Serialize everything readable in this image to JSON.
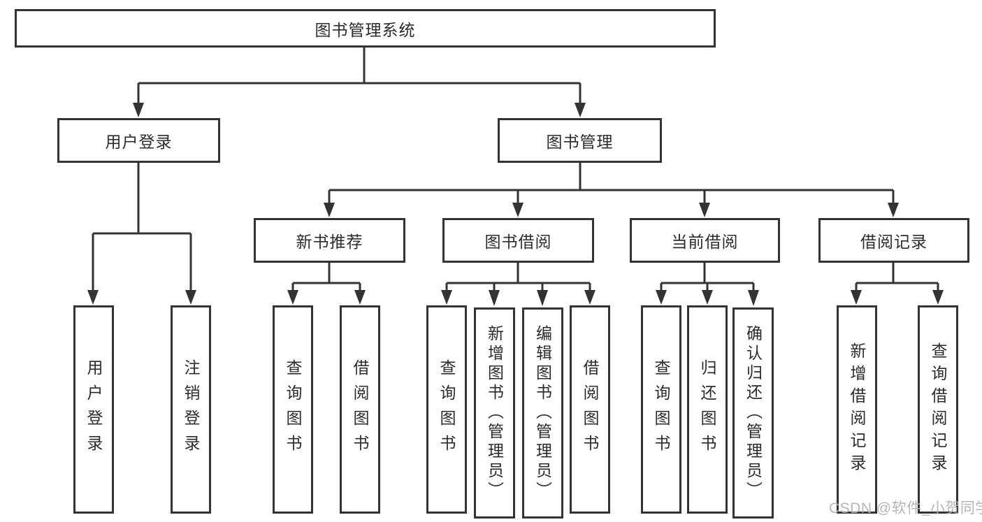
{
  "root": {
    "label": "图书管理系统"
  },
  "branches": [
    {
      "label": "用户登录",
      "leaves": [
        "用户登录",
        "注销登录"
      ]
    },
    {
      "label": "图书管理",
      "groups": [
        {
          "label": "新书推荐",
          "leaves": [
            "查询图书",
            "借阅图书"
          ]
        },
        {
          "label": "图书借阅",
          "leaves": [
            "查询图书",
            "新增图书（管理员）",
            "编辑图书（管理员）",
            "借阅图书"
          ]
        },
        {
          "label": "当前借阅",
          "leaves": [
            "查询图书",
            "归还图书",
            "确认归还（管理员）"
          ]
        },
        {
          "label": "借阅记录",
          "leaves": [
            "新增借阅记录",
            "查询借阅记录"
          ]
        }
      ]
    }
  ],
  "watermark": "CSDN @软件_小贺同学",
  "colors": {
    "line": "#333333",
    "border": "#333333",
    "text": "#2b2b2b",
    "watermark": "#b2b2b2",
    "background": "#ffffff"
  }
}
